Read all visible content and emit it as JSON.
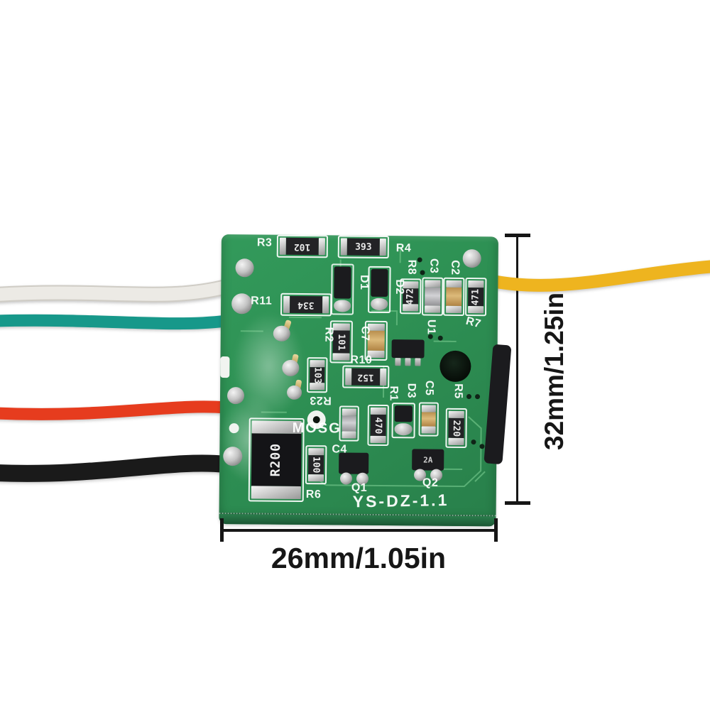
{
  "product": {
    "description": "green PCB control module with five lead wires"
  },
  "dimension_annotations": {
    "width_label": "26mm/1.05in",
    "height_label": "32mm/1.25in",
    "line_color": "#161616"
  },
  "board": {
    "model": "YS-DZ-1.1",
    "base_color": "#2e9154",
    "silkscreen_color": "#ffffff",
    "labels": {
      "R3": "R3",
      "R4": "R4",
      "R11": "R11",
      "D1": "D1",
      "D2": "D2",
      "R8": "R8",
      "C3": "C3",
      "C2": "C2",
      "R7": "R7",
      "R2": "R2",
      "C7": "C7",
      "U1": "U1",
      "R10": "R10",
      "R23": "R23",
      "R1": "R1",
      "D3": "D3",
      "C5": "C5",
      "R5": "R5",
      "MOSG": "MOSG",
      "C4": "C4",
      "R6": "R6",
      "Q1": "Q1",
      "Q2": "Q2"
    },
    "markings": {
      "R3": "102",
      "R4": "393",
      "R11": "334",
      "R2": "101",
      "R8": "472",
      "R7": "471",
      "R10": "152",
      "R23": "103",
      "R1": "470",
      "R5": "220",
      "R6": "100",
      "R200": "R200",
      "Q2": "2A"
    }
  },
  "wires": [
    {
      "name": "white-wire",
      "hex": "#eceae5"
    },
    {
      "name": "teal-wire",
      "hex": "#17988a"
    },
    {
      "name": "red-wire",
      "hex": "#e63c1e"
    },
    {
      "name": "black-wire",
      "hex": "#1a1a1a"
    },
    {
      "name": "yellow-wire",
      "hex": "#eeb41f"
    }
  ]
}
